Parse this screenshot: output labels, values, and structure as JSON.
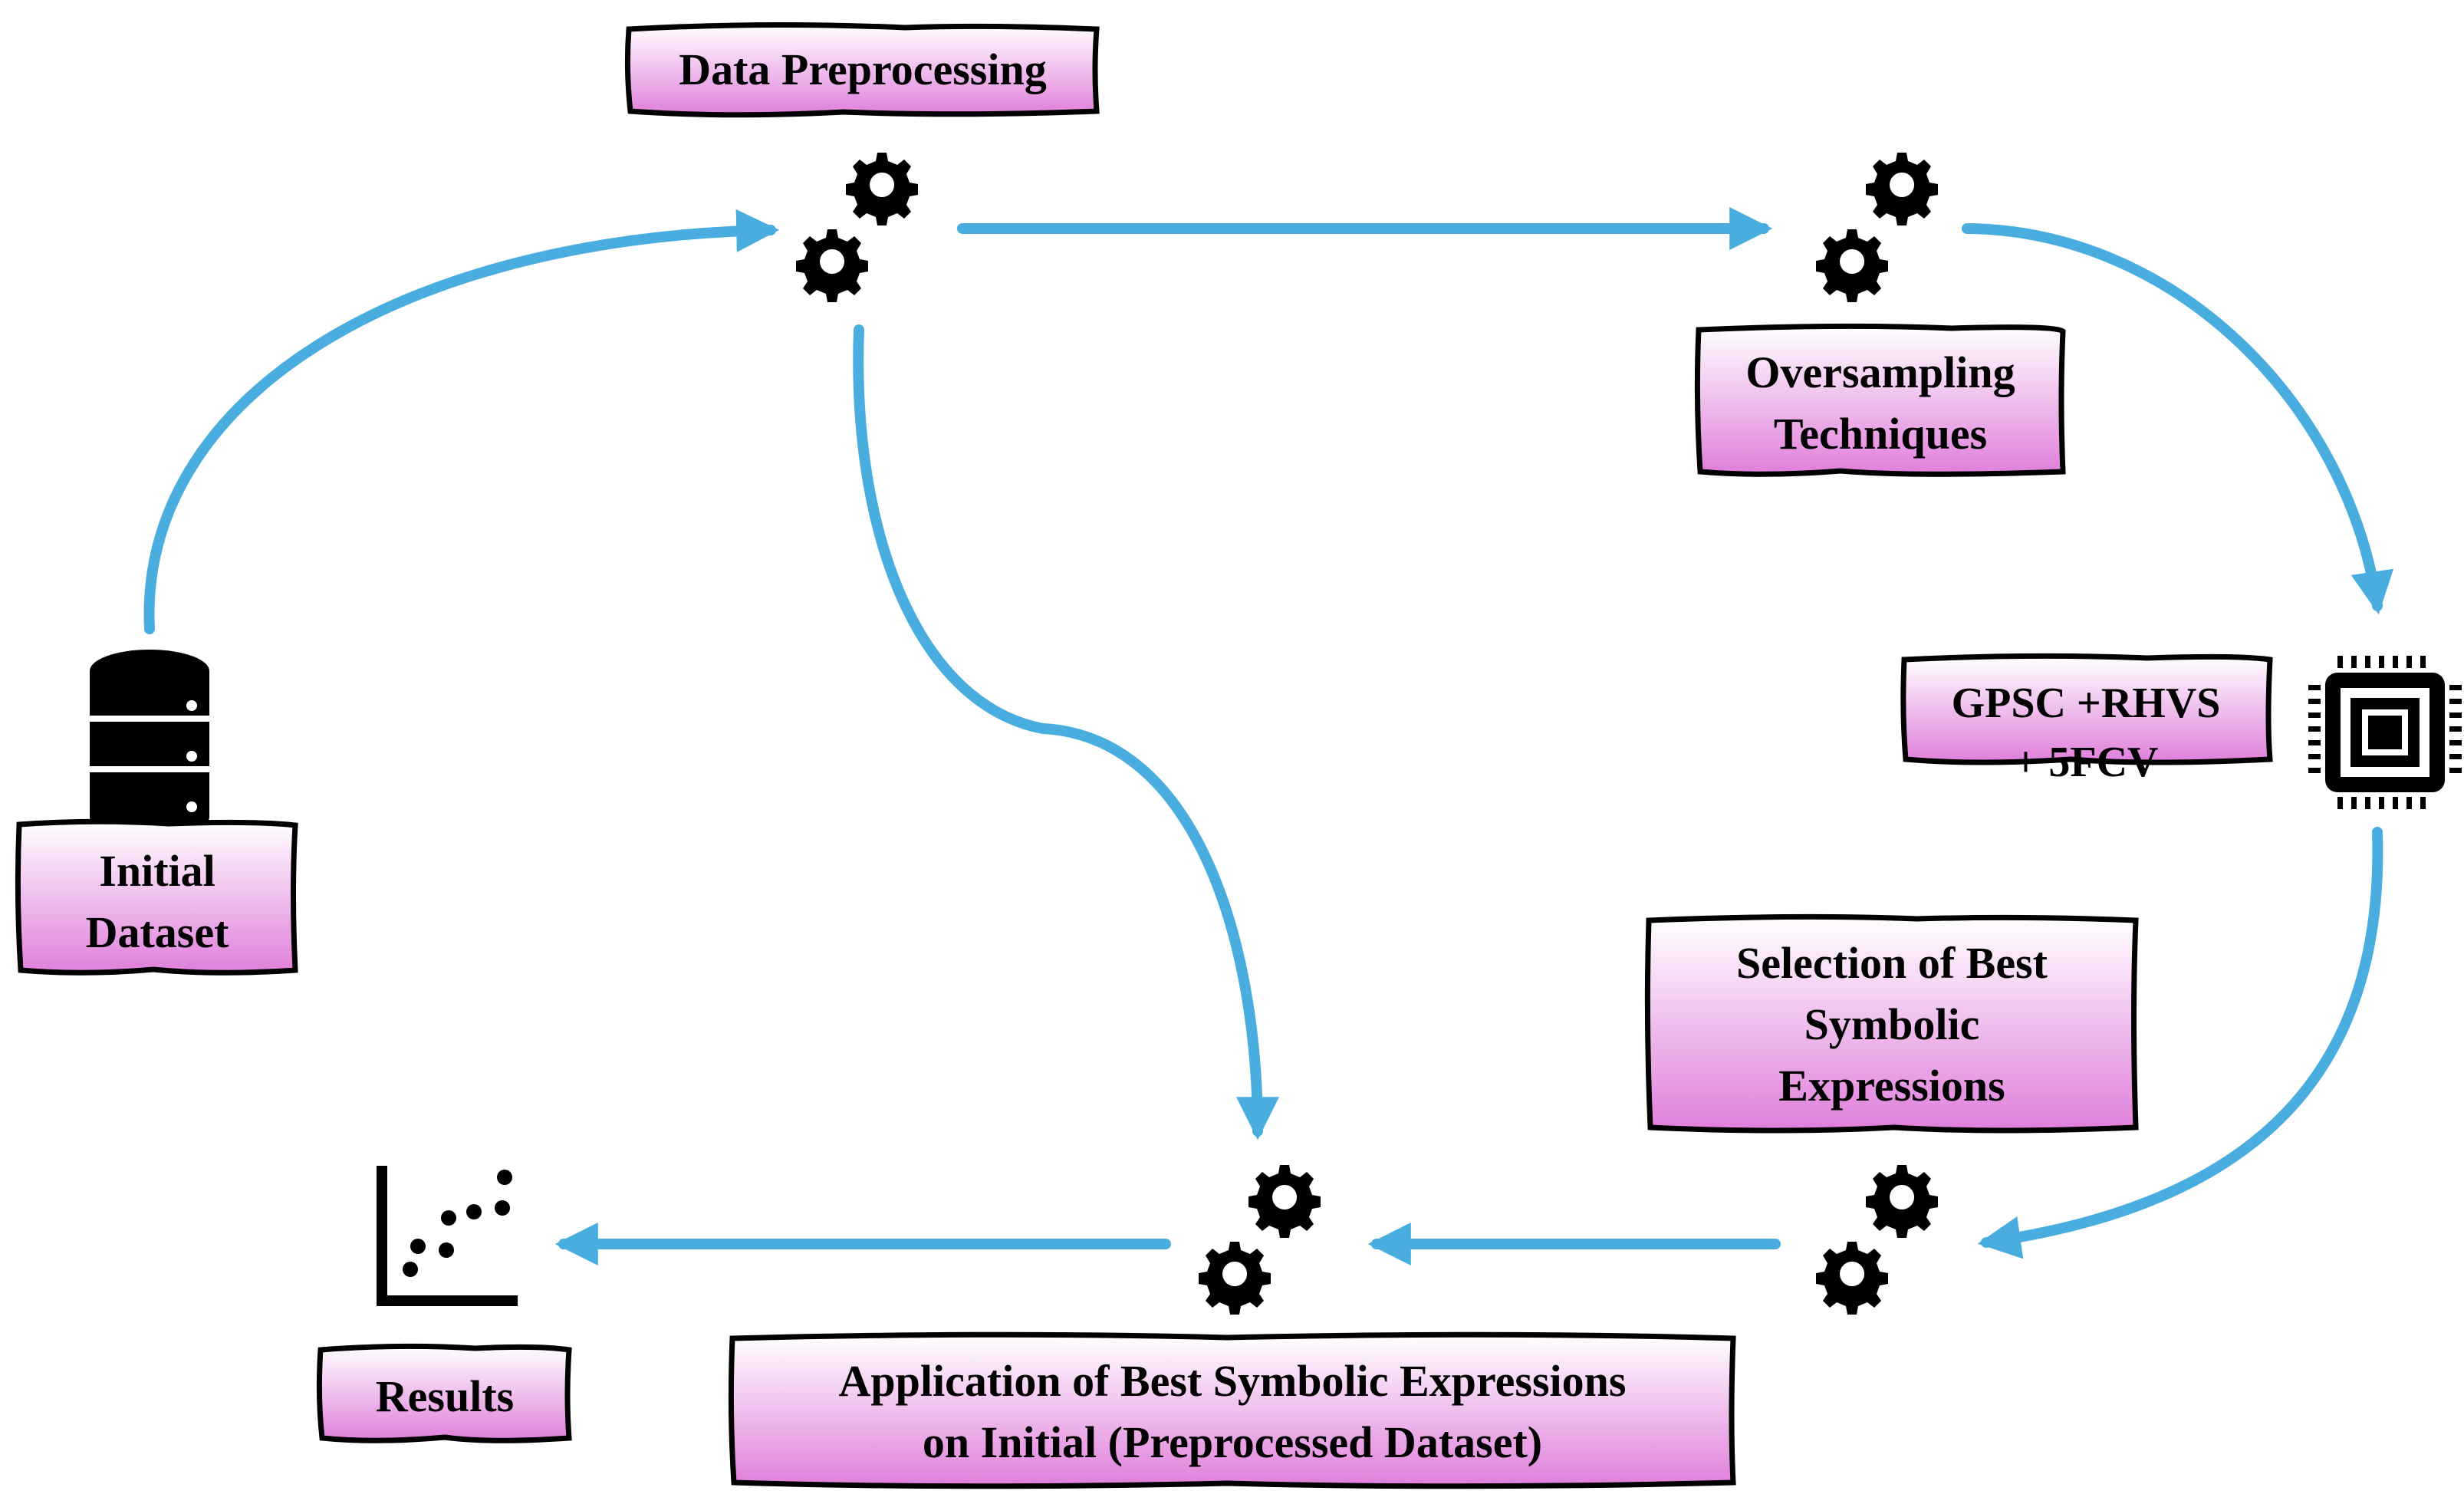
{
  "labels": {
    "data_preprocessing": "Data Preprocessing",
    "oversampling": [
      "Oversampling",
      "Techniques"
    ],
    "gpsc": [
      "GPSC +RHVS",
      "+ 5FCV"
    ],
    "selection": [
      "Selection of Best",
      "Symbolic",
      "Expressions"
    ],
    "application": [
      "Application of Best Symbolic Expressions",
      "on Initial (Preprocessed Dataset)"
    ],
    "results": "Results",
    "initial_dataset": [
      "Initial",
      "Dataset"
    ]
  },
  "icons": {
    "gears": "gears-icon",
    "database": "database-icon",
    "chip": "cpu-chip-icon",
    "scatter": "scatter-plot-icon"
  },
  "colors": {
    "arrow": "#4AADE0",
    "box_top": "#FFFFFF",
    "box_bottom": "#E07FDB",
    "ink": "#000000"
  }
}
